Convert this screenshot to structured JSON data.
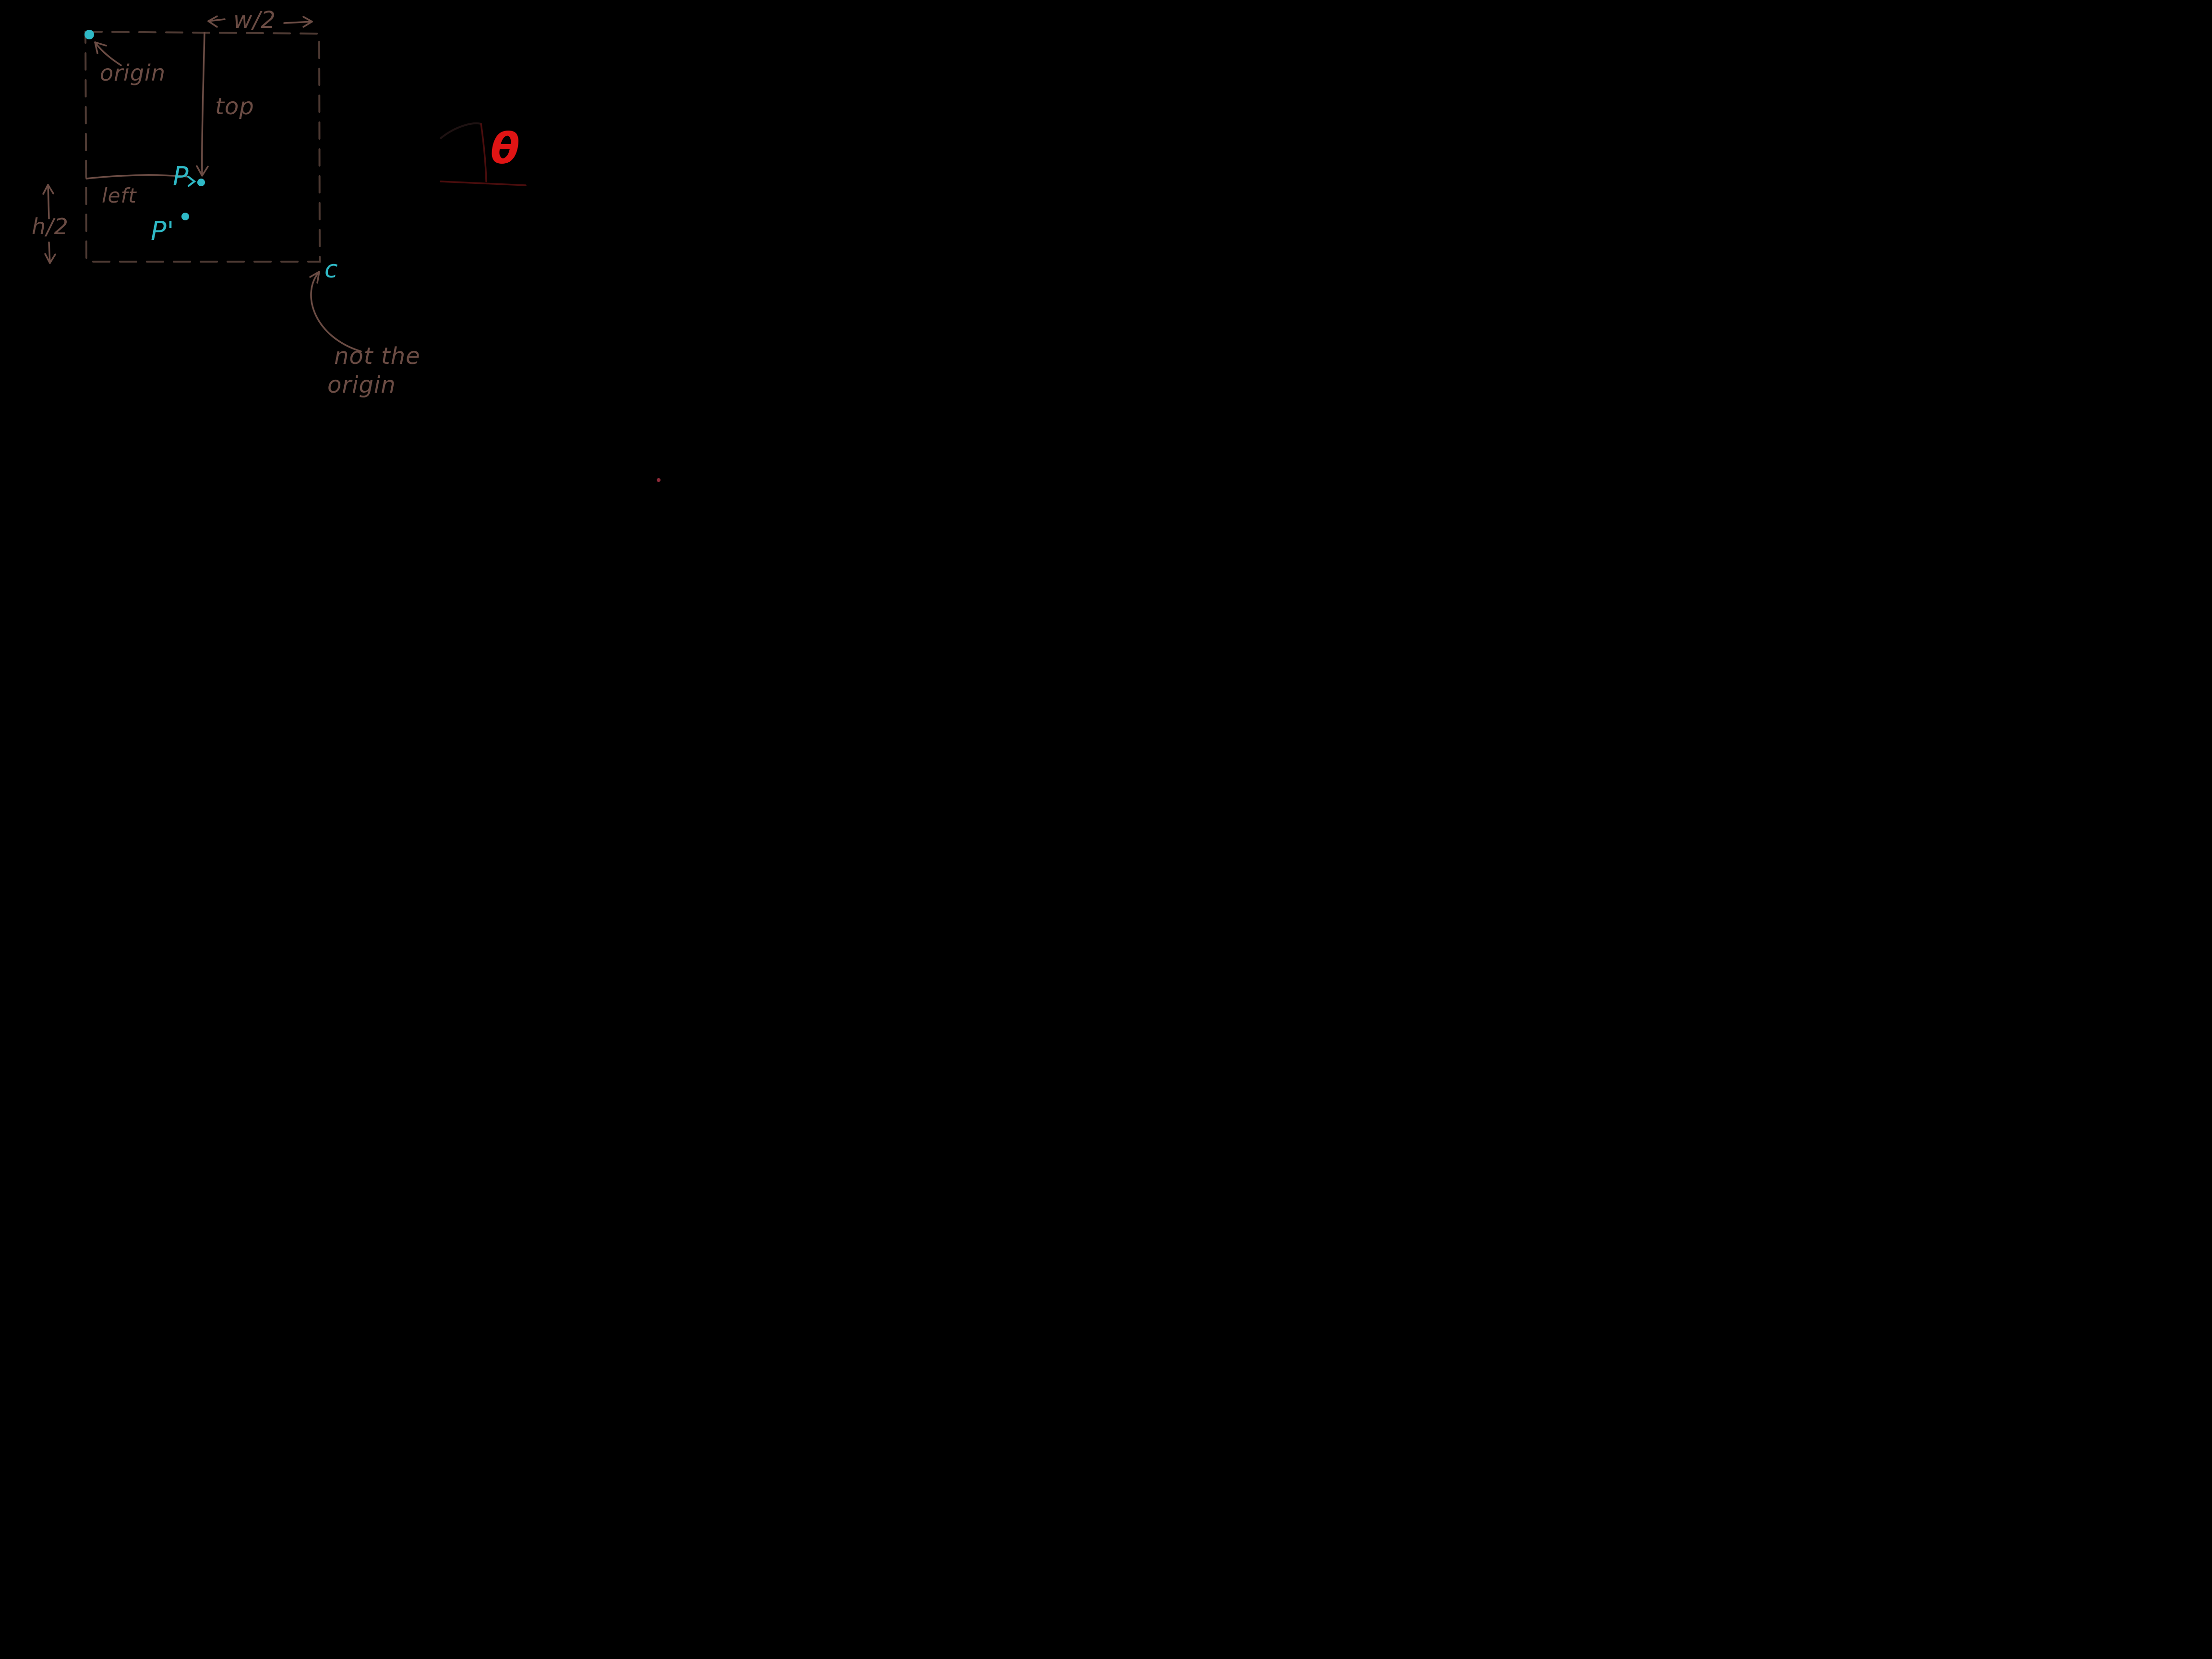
{
  "scene": {
    "description": "hand-drawn sketch of an image rectangle with origin, point P and angle theta",
    "background": "#000000",
    "colors": {
      "bg": "#000000",
      "ink": "#6b4c44",
      "ink_dark": "#4e3a33",
      "cyan": "#2fb9c6",
      "red": "#e01414",
      "dark_red": "#4a0d0d"
    },
    "labels": {
      "origin_point": "origin",
      "half_width": "w/2",
      "top": "top",
      "left": "left",
      "half_height": "h/2",
      "point_p": "P",
      "point_p_prime": "P'",
      "corner_c": "c",
      "not_origin_line1": "not the",
      "not_origin_line2": "origin",
      "angle_theta": "θ"
    }
  }
}
